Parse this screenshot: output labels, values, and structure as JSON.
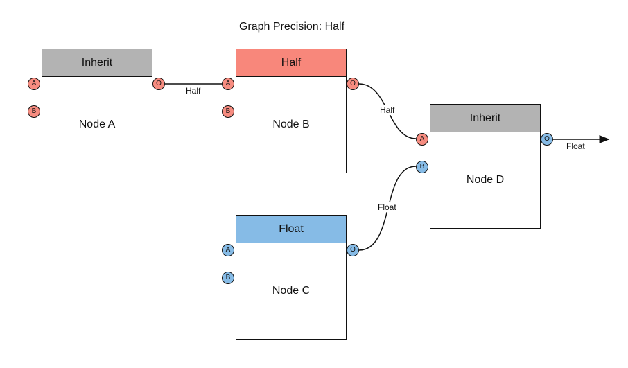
{
  "title": "Graph Precision: Half",
  "colors": {
    "inherit": "#b3b3b3",
    "half": "#f8877b",
    "float": "#86bbe6",
    "port_half": "#f68c80",
    "port_float": "#86bbe6"
  },
  "nodes": {
    "a": {
      "header": "Inherit",
      "name": "Node A",
      "precision": "inherit",
      "ports": {
        "in_a": "A",
        "in_b": "B",
        "out": "O"
      }
    },
    "b": {
      "header": "Half",
      "name": "Node B",
      "precision": "half",
      "ports": {
        "in_a": "A",
        "in_b": "B",
        "out": "O"
      }
    },
    "c": {
      "header": "Float",
      "name": "Node C",
      "precision": "float",
      "ports": {
        "in_a": "A",
        "in_b": "B",
        "out": "O"
      }
    },
    "d": {
      "header": "Inherit",
      "name": "Node D",
      "precision": "inherit",
      "ports": {
        "in_a": "A",
        "in_b": "B",
        "out": "O"
      }
    }
  },
  "edges": {
    "a_to_b": "Half",
    "b_to_d": "Half",
    "c_to_d": "Float",
    "d_out": "Float"
  }
}
